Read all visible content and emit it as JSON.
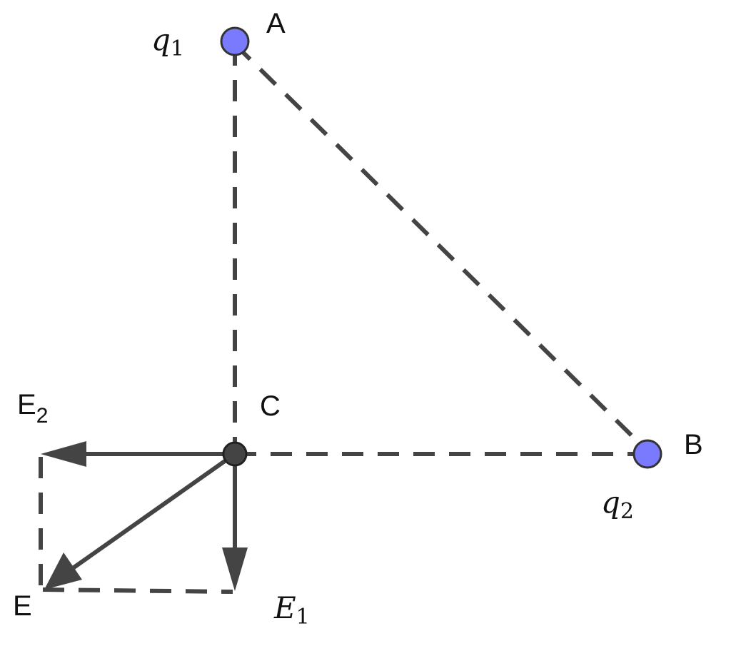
{
  "points": {
    "A": {
      "label": "A",
      "charge": "q",
      "charge_sub": "1"
    },
    "B": {
      "label": "B",
      "charge": "q",
      "charge_sub": "2"
    },
    "C": {
      "label": "C"
    },
    "E": {
      "label": "E"
    }
  },
  "vectors": {
    "E1": {
      "label": "E",
      "sub": "1"
    },
    "E2": {
      "label": "E",
      "sub": "2"
    }
  },
  "colors": {
    "charge_fill": "#7a7aff",
    "line": "#444444"
  }
}
